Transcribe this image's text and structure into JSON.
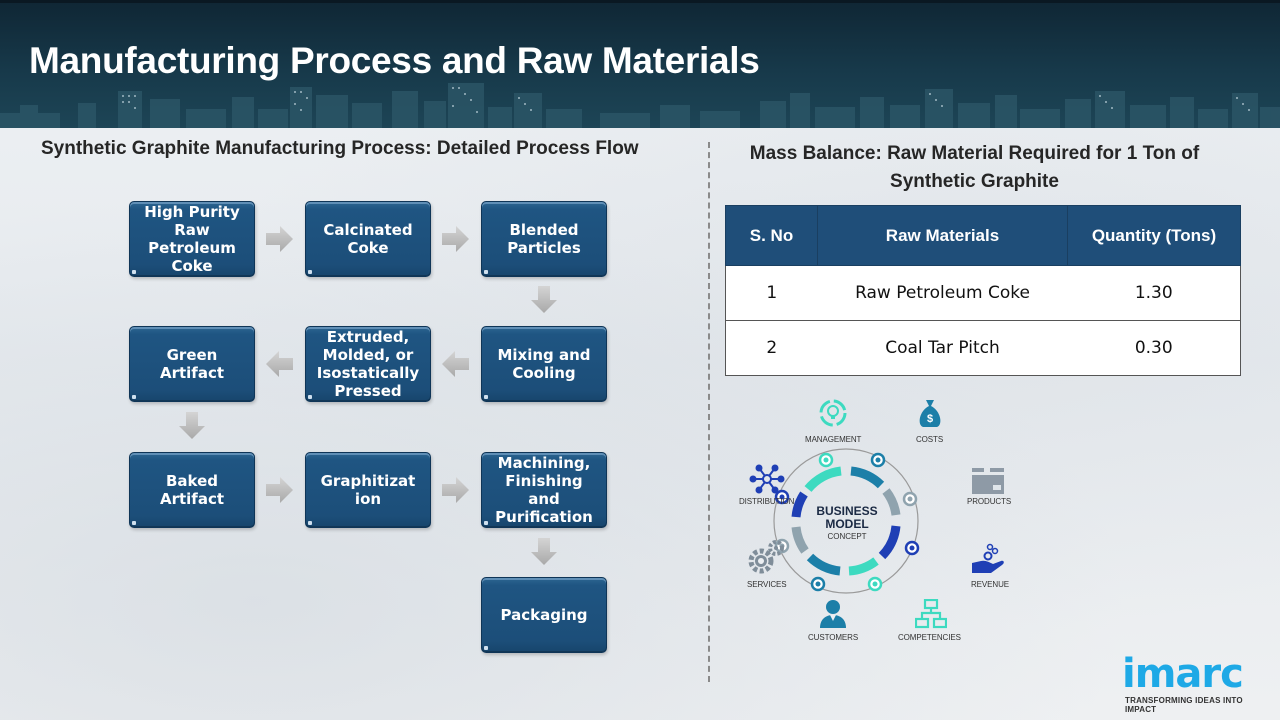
{
  "header": {
    "title": "Manufacturing Process and Raw Materials"
  },
  "process_flow": {
    "title": "Synthetic Graphite Manufacturing Process: Detailed Process Flow",
    "steps": [
      {
        "label": "High Purity\nRaw\nPetroleum\nCoke"
      },
      {
        "label": "Calcinated\nCoke"
      },
      {
        "label": "Blended\nParticles"
      },
      {
        "label": "Mixing and\nCooling"
      },
      {
        "label": "Extruded,\nMolded, or\nIsostatically\nPressed"
      },
      {
        "label": "Green\nArtifact"
      },
      {
        "label": "Baked\nArtifact"
      },
      {
        "label": "Graphitizat\nion"
      },
      {
        "label": "Machining,\nFinishing\nand\nPurification"
      },
      {
        "label": "Packaging"
      }
    ],
    "arrows": [
      {
        "from": 0,
        "to": 1,
        "direction": "right"
      },
      {
        "from": 1,
        "to": 2,
        "direction": "right"
      },
      {
        "from": 2,
        "to": 3,
        "direction": "down"
      },
      {
        "from": 3,
        "to": 4,
        "direction": "left"
      },
      {
        "from": 4,
        "to": 5,
        "direction": "left"
      },
      {
        "from": 5,
        "to": 6,
        "direction": "down"
      },
      {
        "from": 6,
        "to": 7,
        "direction": "right"
      },
      {
        "from": 7,
        "to": 8,
        "direction": "right"
      },
      {
        "from": 8,
        "to": 9,
        "direction": "down"
      }
    ],
    "colors": {
      "box": "#1f5582",
      "arrow": "#b3b3b3"
    }
  },
  "mass_balance": {
    "title": "Mass Balance: Raw Material Required for 1 Ton of Synthetic Graphite",
    "columns": [
      "S. No",
      "Raw Materials",
      "Quantity  (Tons)"
    ],
    "rows": [
      {
        "sno": "1",
        "material": "Raw Petroleum Coke",
        "quantity": "1.30"
      },
      {
        "sno": "2",
        "material": "Coal Tar Pitch",
        "quantity": "0.30"
      }
    ],
    "header_color": "#1f4e79"
  },
  "business_model": {
    "center_line1": "BUSINESS",
    "center_line2": "MODEL",
    "center_line3": "CONCEPT",
    "labels": {
      "management": "MANAGEMENT",
      "costs": "COSTS",
      "distribution": "DISTRIBUTION",
      "products": "PRODUCTS",
      "services": "SERVICES",
      "revenue": "REVENUE",
      "customers": "CUSTOMERS",
      "competencies": "COMPETENCIES"
    }
  },
  "logo": {
    "word": "imarc",
    "tagline": "TRANSFORMING IDEAS INTO IMPACT",
    "color": "#1ea9e6"
  }
}
